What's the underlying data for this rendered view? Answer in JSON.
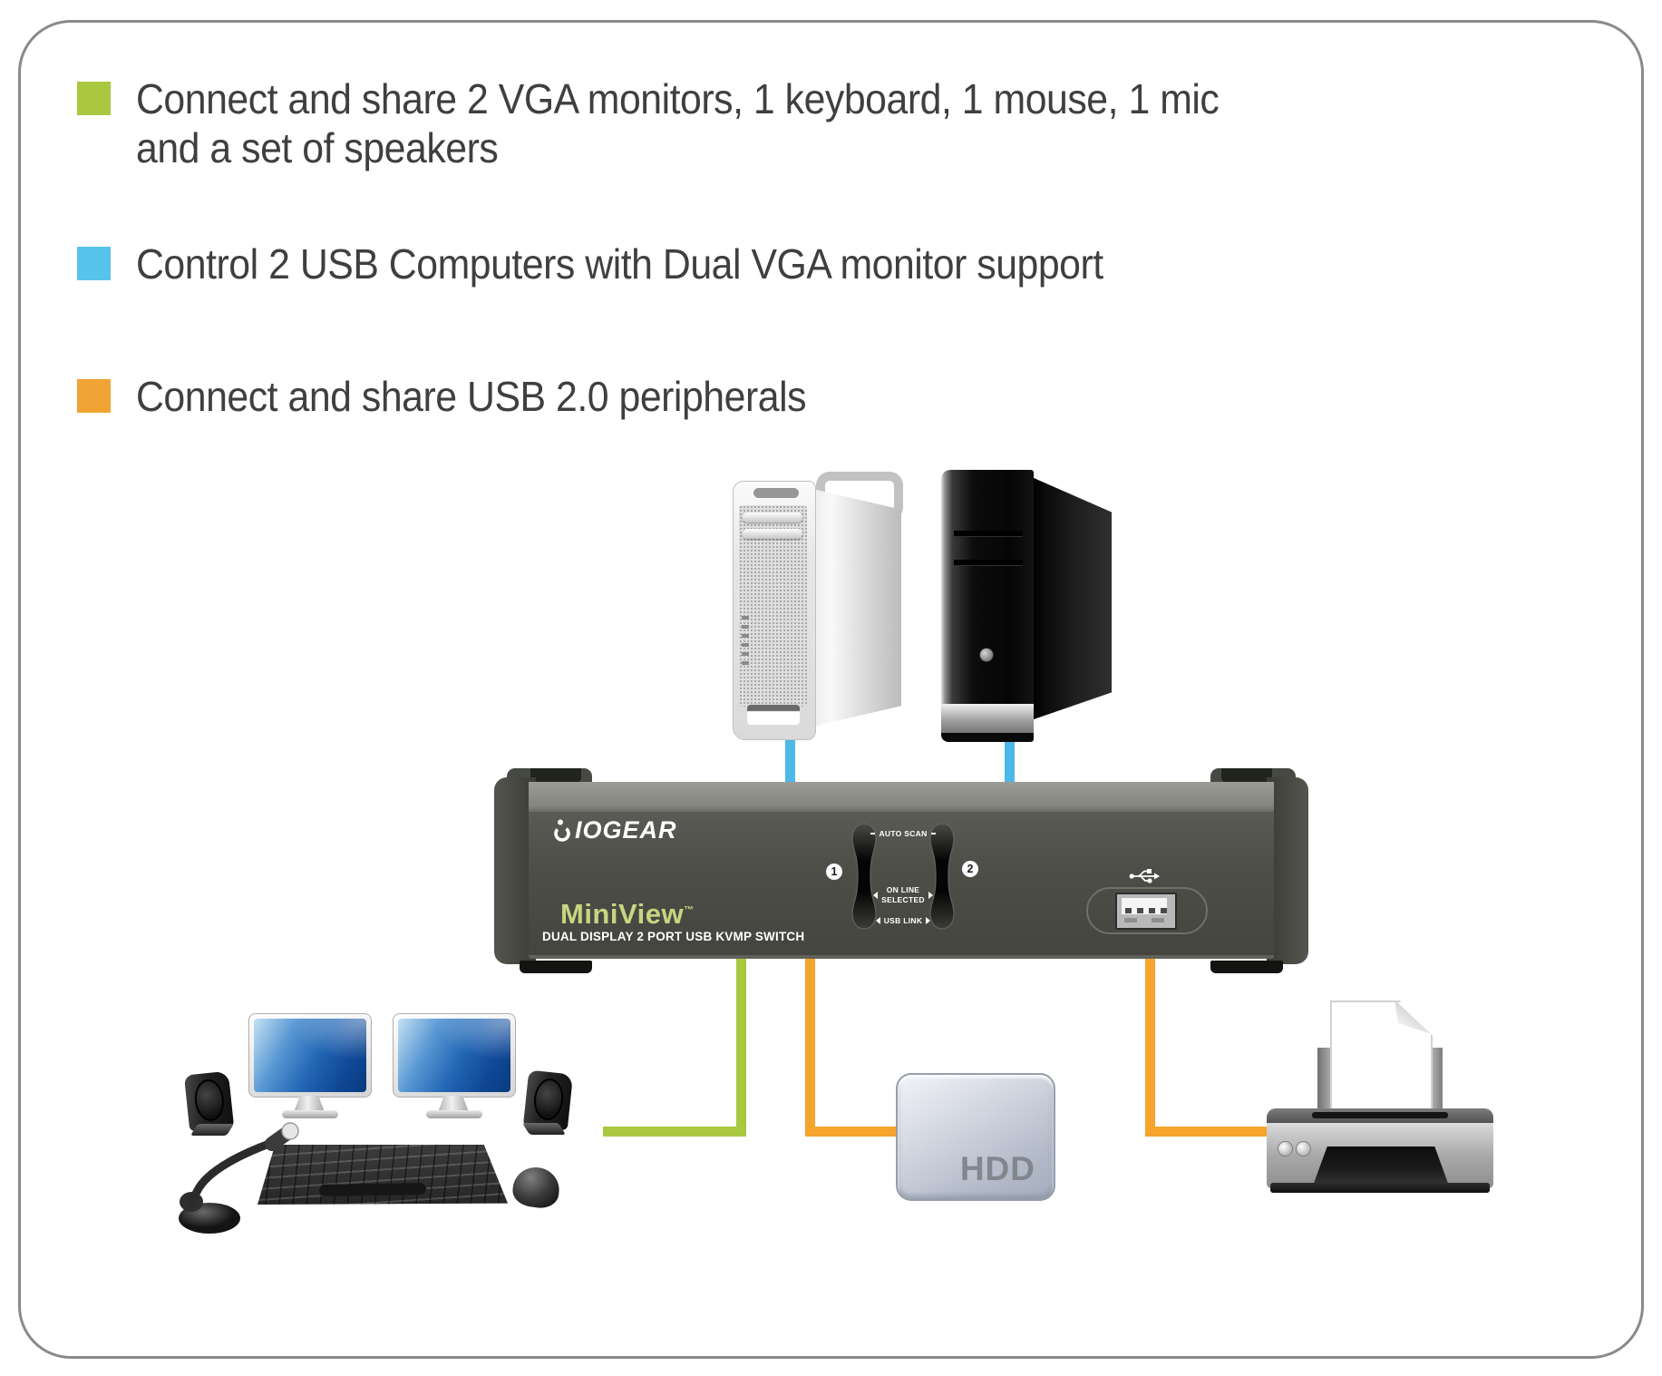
{
  "features": [
    {
      "bullet_color": "#a9c83f",
      "text": "Connect and share 2 VGA monitors, 1 keyboard, 1 mouse, 1 mic\nand a set of speakers"
    },
    {
      "bullet_color": "#58c3ea",
      "text": "Control 2 USB Computers with Dual VGA monitor support"
    },
    {
      "bullet_color": "#f0a433",
      "text": "Connect and share USB 2.0 peripherals"
    }
  ],
  "kvm_switch": {
    "brand": "IOGEAR",
    "model": "MiniView",
    "model_tm": "™",
    "subtitle": "DUAL DISPLAY 2 PORT USB KVMP SWITCH",
    "port_1": "1",
    "port_2": "2",
    "label_auto_scan": "AUTO SCAN",
    "label_on_line": "ON LINE",
    "label_selected": "SELECTED",
    "label_usb_link": "USB LINK"
  },
  "peripherals": {
    "hdd_label": "HDD"
  },
  "colors": {
    "cable_blue": "#4bb8e8",
    "cable_green": "#a9c83f",
    "cable_orange": "#f5a42c",
    "miniview_green": "#c6d780",
    "bullet_text": "#3f3f3f",
    "frame_border": "#8a8a8a"
  },
  "icons": {
    "usb": "usb-trident",
    "brand_mark": "iogear-person"
  }
}
